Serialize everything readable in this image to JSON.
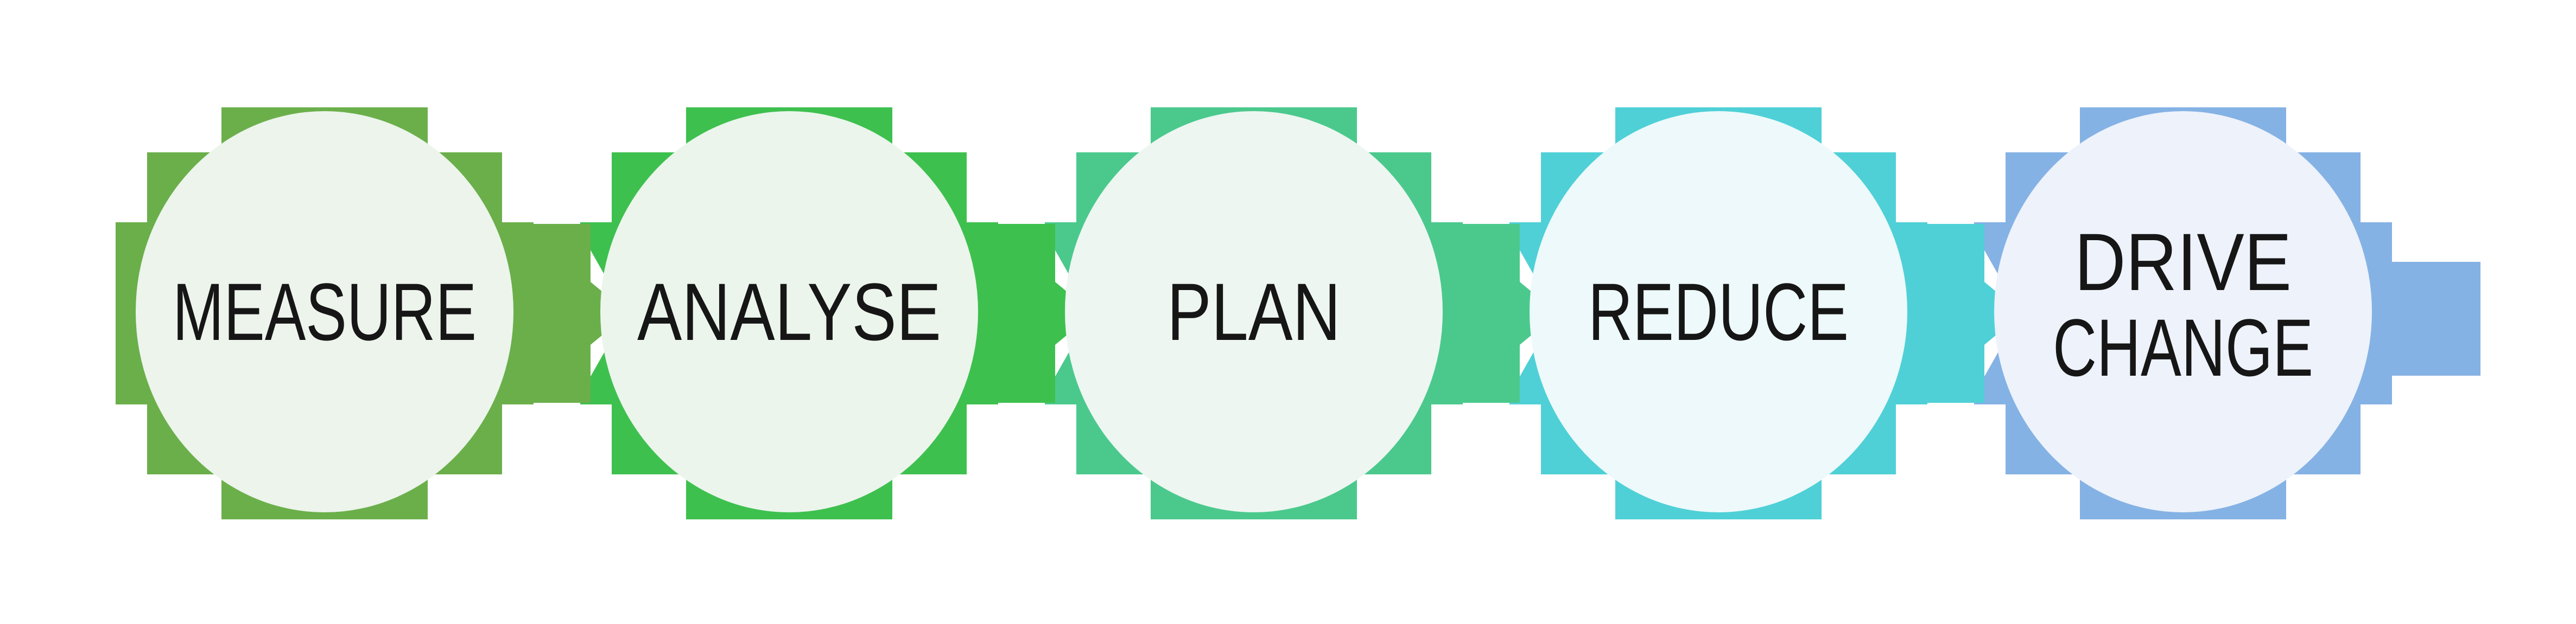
{
  "diagram": {
    "type": "process-flow",
    "background_color": "#ffffff",
    "text_color": "#161616",
    "steps": [
      {
        "label": "MEASURE",
        "lines": [
          "MEASURE"
        ],
        "block_color": "#6baf4b",
        "circle_color": "#ecf4eb"
      },
      {
        "label": "ANALYSE",
        "lines": [
          "ANALYSE"
        ],
        "block_color": "#3ec04f",
        "circle_color": "#ebf5ec"
      },
      {
        "label": "PLAN",
        "lines": [
          "PLAN"
        ],
        "block_color": "#4bc98d",
        "circle_color": "#edf6f1"
      },
      {
        "label": "REDUCE",
        "lines": [
          "REDUCE"
        ],
        "block_color": "#4fd0d7",
        "circle_color": "#edf9fa"
      },
      {
        "label": "DRIVE CHANGE",
        "lines": [
          "DRIVE",
          "CHANGE"
        ],
        "block_color": "#85b2e4",
        "circle_color": "#edf2fb"
      }
    ]
  }
}
